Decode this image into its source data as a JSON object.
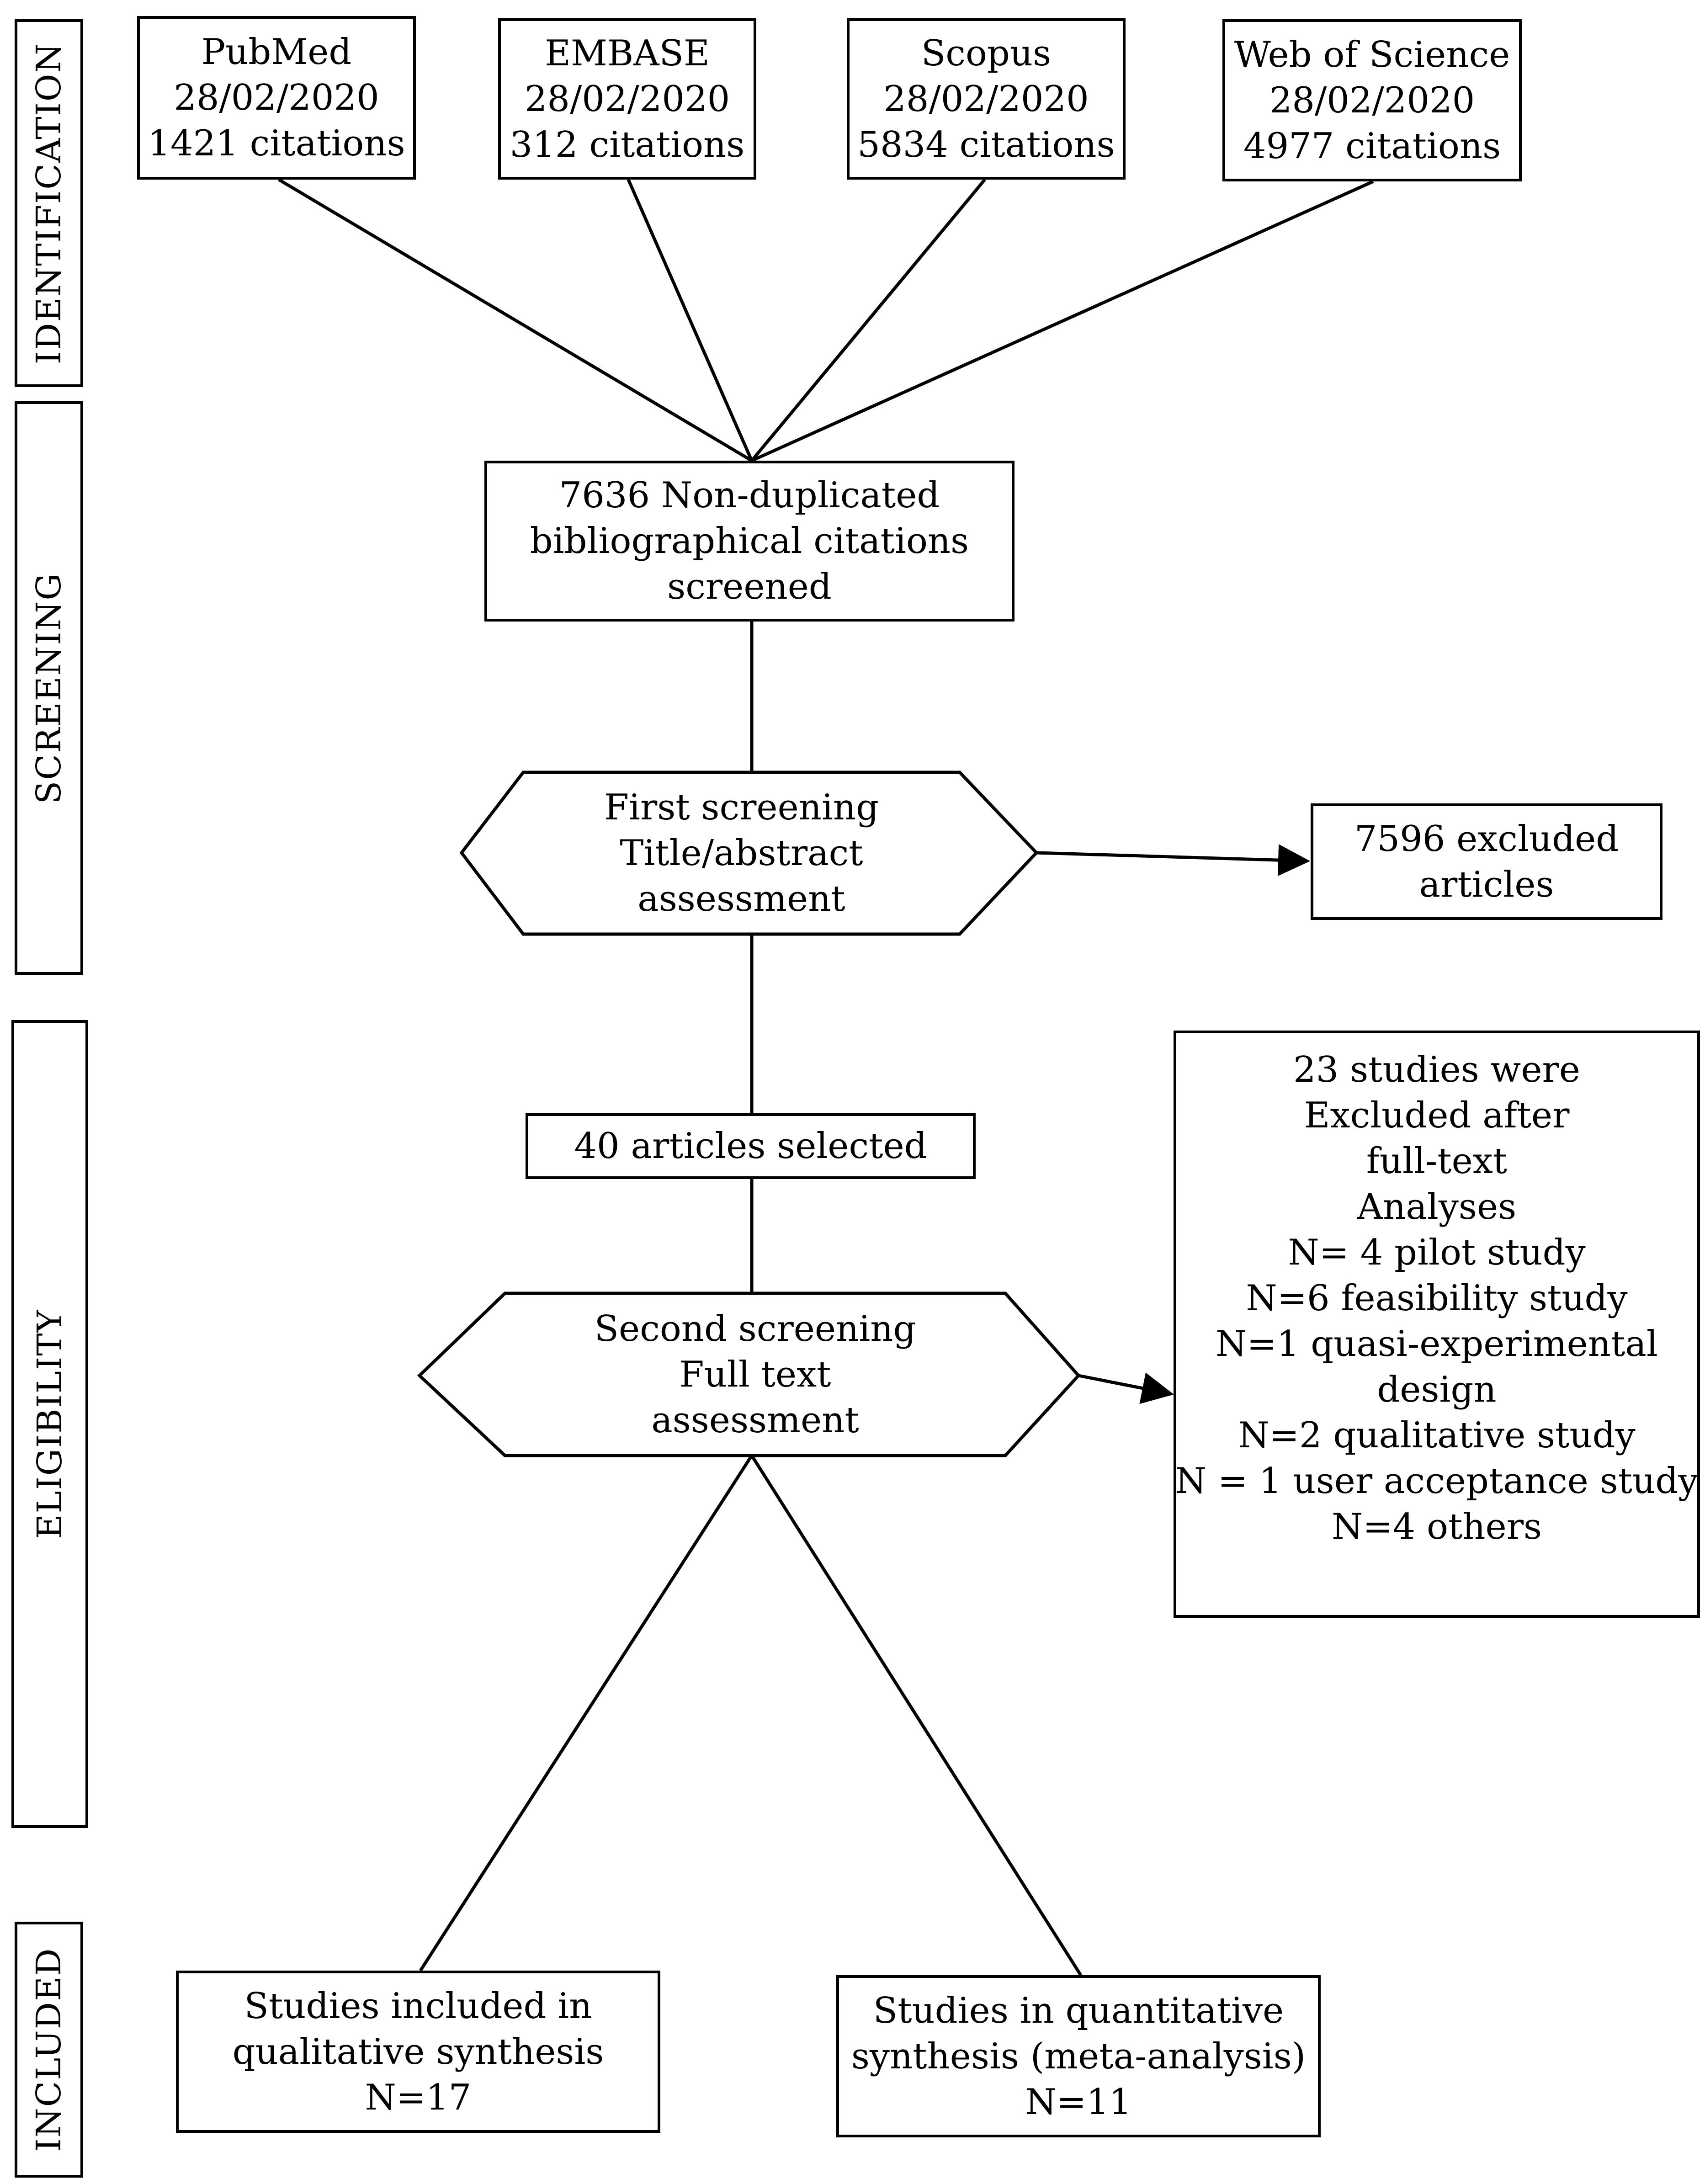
{
  "phases": {
    "identification": "IDENTIFICATION",
    "screening": "SCREENING",
    "eligibility": "ELIGIBILITY",
    "included": "INCLUDED"
  },
  "sources": [
    {
      "name": "PubMed",
      "date": "28/02/2020",
      "count": "1421 citations"
    },
    {
      "name": "EMBASE",
      "date": "28/02/2020",
      "count": "312 citations"
    },
    {
      "name": "Scopus",
      "date": "28/02/2020",
      "count": "5834 citations"
    },
    {
      "name": "Web of Science",
      "date": "28/02/2020",
      "count": "4977 citations"
    }
  ],
  "nonduplicated": {
    "lines": [
      "7636 Non-duplicated",
      "bibliographical citations",
      "screened"
    ]
  },
  "first_screening": {
    "lines": [
      "First screening",
      "Title/abstract",
      "assessment"
    ]
  },
  "excluded_first": {
    "lines": [
      "7596 excluded",
      "articles"
    ]
  },
  "selected": {
    "text": "40 articles selected"
  },
  "second_screening": {
    "lines": [
      "Second screening",
      "Full text",
      "assessment"
    ]
  },
  "excluded_second": {
    "lines": [
      "23 studies  were",
      "Excluded after",
      "full-text",
      "Analyses",
      "N= 4 pilot study",
      "N=6 feasibility study",
      "N=1 quasi-experimental",
      "design",
      "N=2 qualitative study",
      "N = 1 user acceptance study",
      "N=4 others"
    ]
  },
  "qualitative": {
    "lines": [
      "Studies included in",
      "qualitative synthesis",
      "N=17"
    ]
  },
  "quantitative": {
    "lines": [
      "Studies in quantitative",
      "synthesis (meta-analysis)",
      "N=11"
    ]
  },
  "colors": {
    "stroke": "#000000",
    "background": "#ffffff"
  }
}
